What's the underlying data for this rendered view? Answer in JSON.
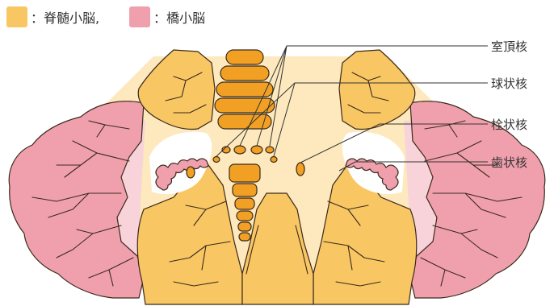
{
  "legend": {
    "items": [
      {
        "text": "：脊髄小脳,",
        "color": "#f9c664"
      },
      {
        "text": "：橋小脳",
        "color": "#f0a0ad"
      }
    ]
  },
  "labels": [
    {
      "text": "室頂核",
      "target": "fastigial"
    },
    {
      "text": "球状核",
      "target": "globose"
    },
    {
      "text": "栓状核",
      "target": "emboliform"
    },
    {
      "text": "歯状核",
      "target": "dentate"
    }
  ],
  "colors": {
    "spinocerebellum": "#f9c664",
    "pontocerebellum": "#f0a0ad",
    "white_matter_yellow": "#fde9bd",
    "white_matter_pink": "#f8d3da",
    "vermis_nodules": "#f2a024",
    "nucleus_orange": "#f2a024",
    "dentate_fill": "#f0a0ad"
  }
}
